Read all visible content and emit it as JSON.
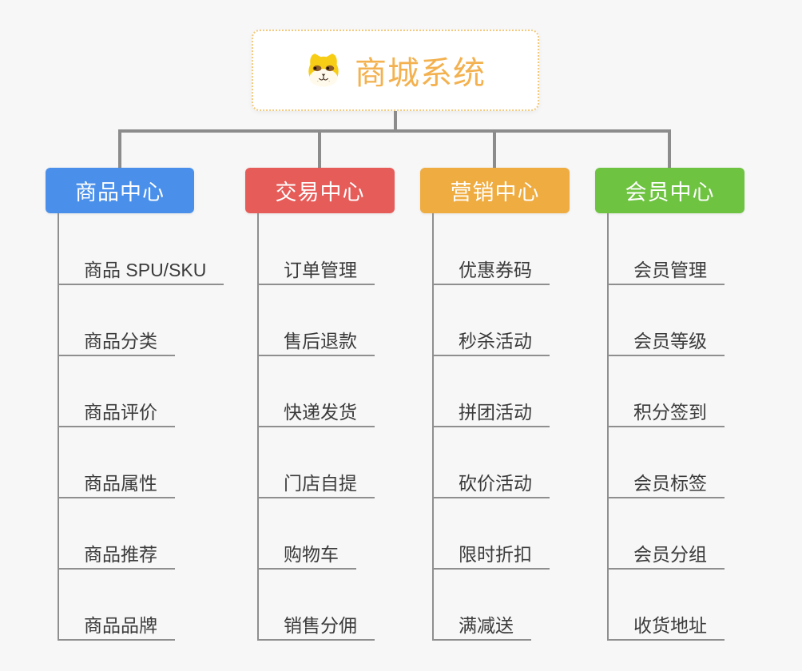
{
  "root": {
    "title": "商城系统",
    "icon": "dog-icon"
  },
  "theme": {
    "background_color": "#f7f7f7",
    "connector_color": "#8c8c8c",
    "root_border_color": "#f2c97d",
    "root_title_color": "#f3b14f",
    "leaf_text_color": "#3b3b3b",
    "branch_text_color": "#ffffff"
  },
  "branches": [
    {
      "label": "商品中心",
      "color": "#4a90ea",
      "children": [
        "商品 SPU/SKU",
        "商品分类",
        "商品评价",
        "商品属性",
        "商品推荐",
        "商品品牌"
      ]
    },
    {
      "label": "交易中心",
      "color": "#e65c59",
      "children": [
        "订单管理",
        "售后退款",
        "快递发货",
        "门店自提",
        "购物车",
        "销售分佣"
      ]
    },
    {
      "label": "营销中心",
      "color": "#efac41",
      "children": [
        "优惠券码",
        "秒杀活动",
        "拼团活动",
        "砍价活动",
        "限时折扣",
        "满减送"
      ]
    },
    {
      "label": "会员中心",
      "color": "#6ec341",
      "children": [
        "会员管理",
        "会员等级",
        "积分签到",
        "会员标签",
        "会员分组",
        "收货地址"
      ]
    }
  ]
}
